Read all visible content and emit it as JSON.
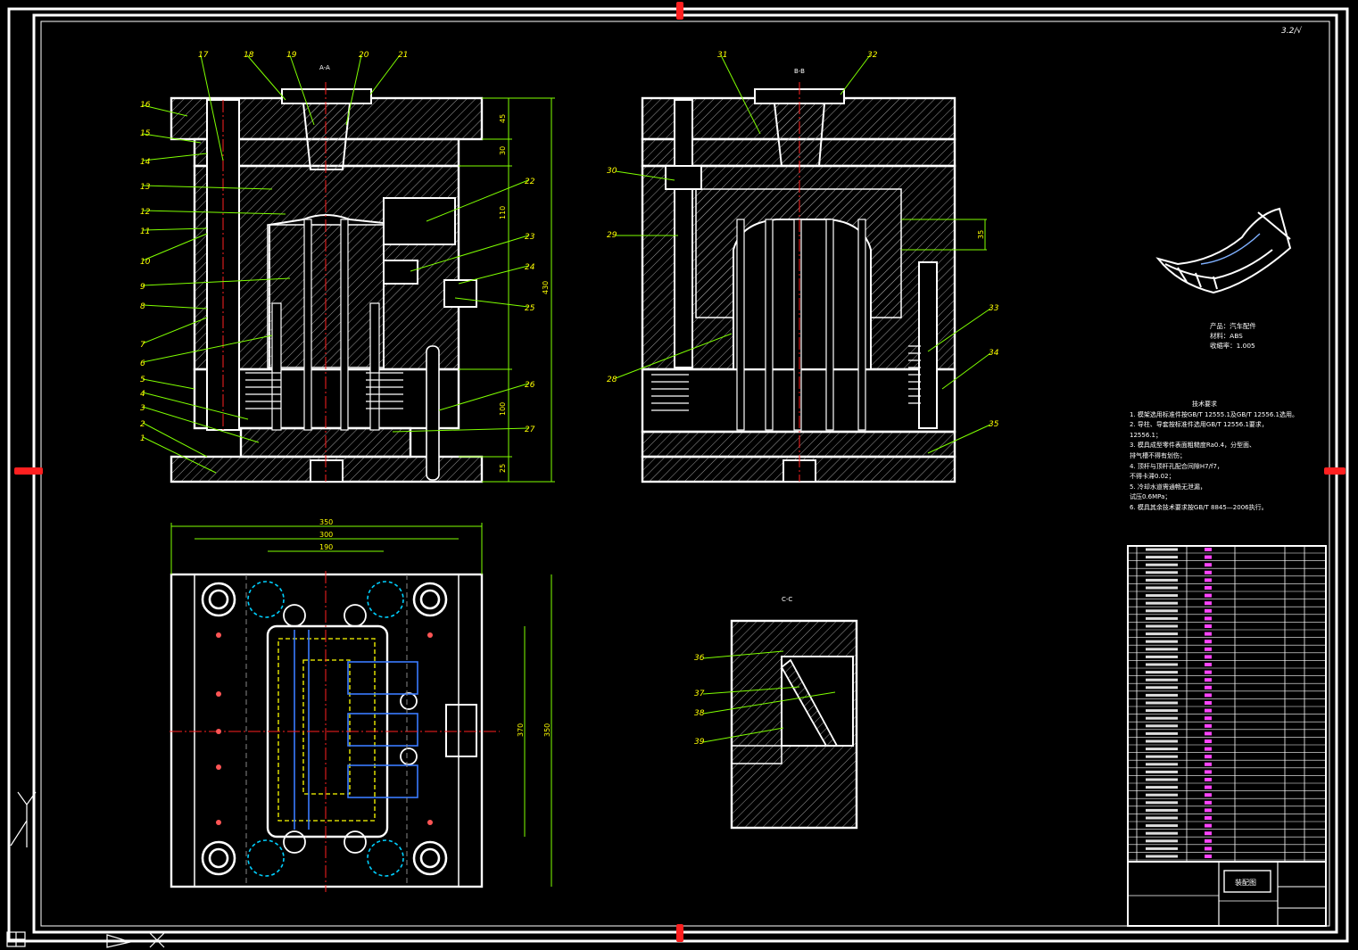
{
  "sheet": {
    "corner_mark": "3.2/√",
    "product_info": [
      "产品：汽车配件",
      "材料：ABS",
      "收缩率：1.005"
    ],
    "tech_title": "技术要求",
    "tech_notes": [
      "1. 模架选用标准件按GB/T 12555.1及GB/T 12556.1选用。",
      "2. 导柱、导套按标准件选用GB/T 12556.1要求，",
      "   12556.1；",
      "3. 模具成型零件表面粗糙度Ra0.4，分型面、",
      "   排气槽不得有划伤；",
      "4. 顶杆与顶杆孔配合间隙H7/f7，",
      "   不得卡滞0.02；",
      "5. 冷却水道需通畅无泄漏，",
      "   试压0.6MPa；",
      "6. 模具其余技术要求按GB/T 8845—2006执行。"
    ],
    "title_block": {
      "main": "装配图"
    }
  },
  "section_labels": {
    "top_left": "A-A",
    "top_right": "B-B",
    "detail": "C-C"
  },
  "views": {
    "left_numbers": [
      "17",
      "18",
      "19",
      "20",
      "21",
      "16",
      "15",
      "14",
      "13",
      "12",
      "11",
      "10",
      "9",
      "8",
      "7",
      "6",
      "5",
      "4",
      "3",
      "2",
      "1",
      "22",
      "23",
      "24",
      "25",
      "26",
      "27"
    ],
    "left_dims": [
      "45",
      "30",
      "110",
      "430",
      "100",
      "25"
    ],
    "right_numbers": [
      "31",
      "32",
      "30",
      "29",
      "28",
      "33",
      "34",
      "35"
    ],
    "right_dims": [
      "35"
    ],
    "plan_dims": [
      "350",
      "300",
      "190",
      "370",
      "350"
    ],
    "detail_numbers": [
      "36",
      "37",
      "38",
      "39"
    ]
  }
}
